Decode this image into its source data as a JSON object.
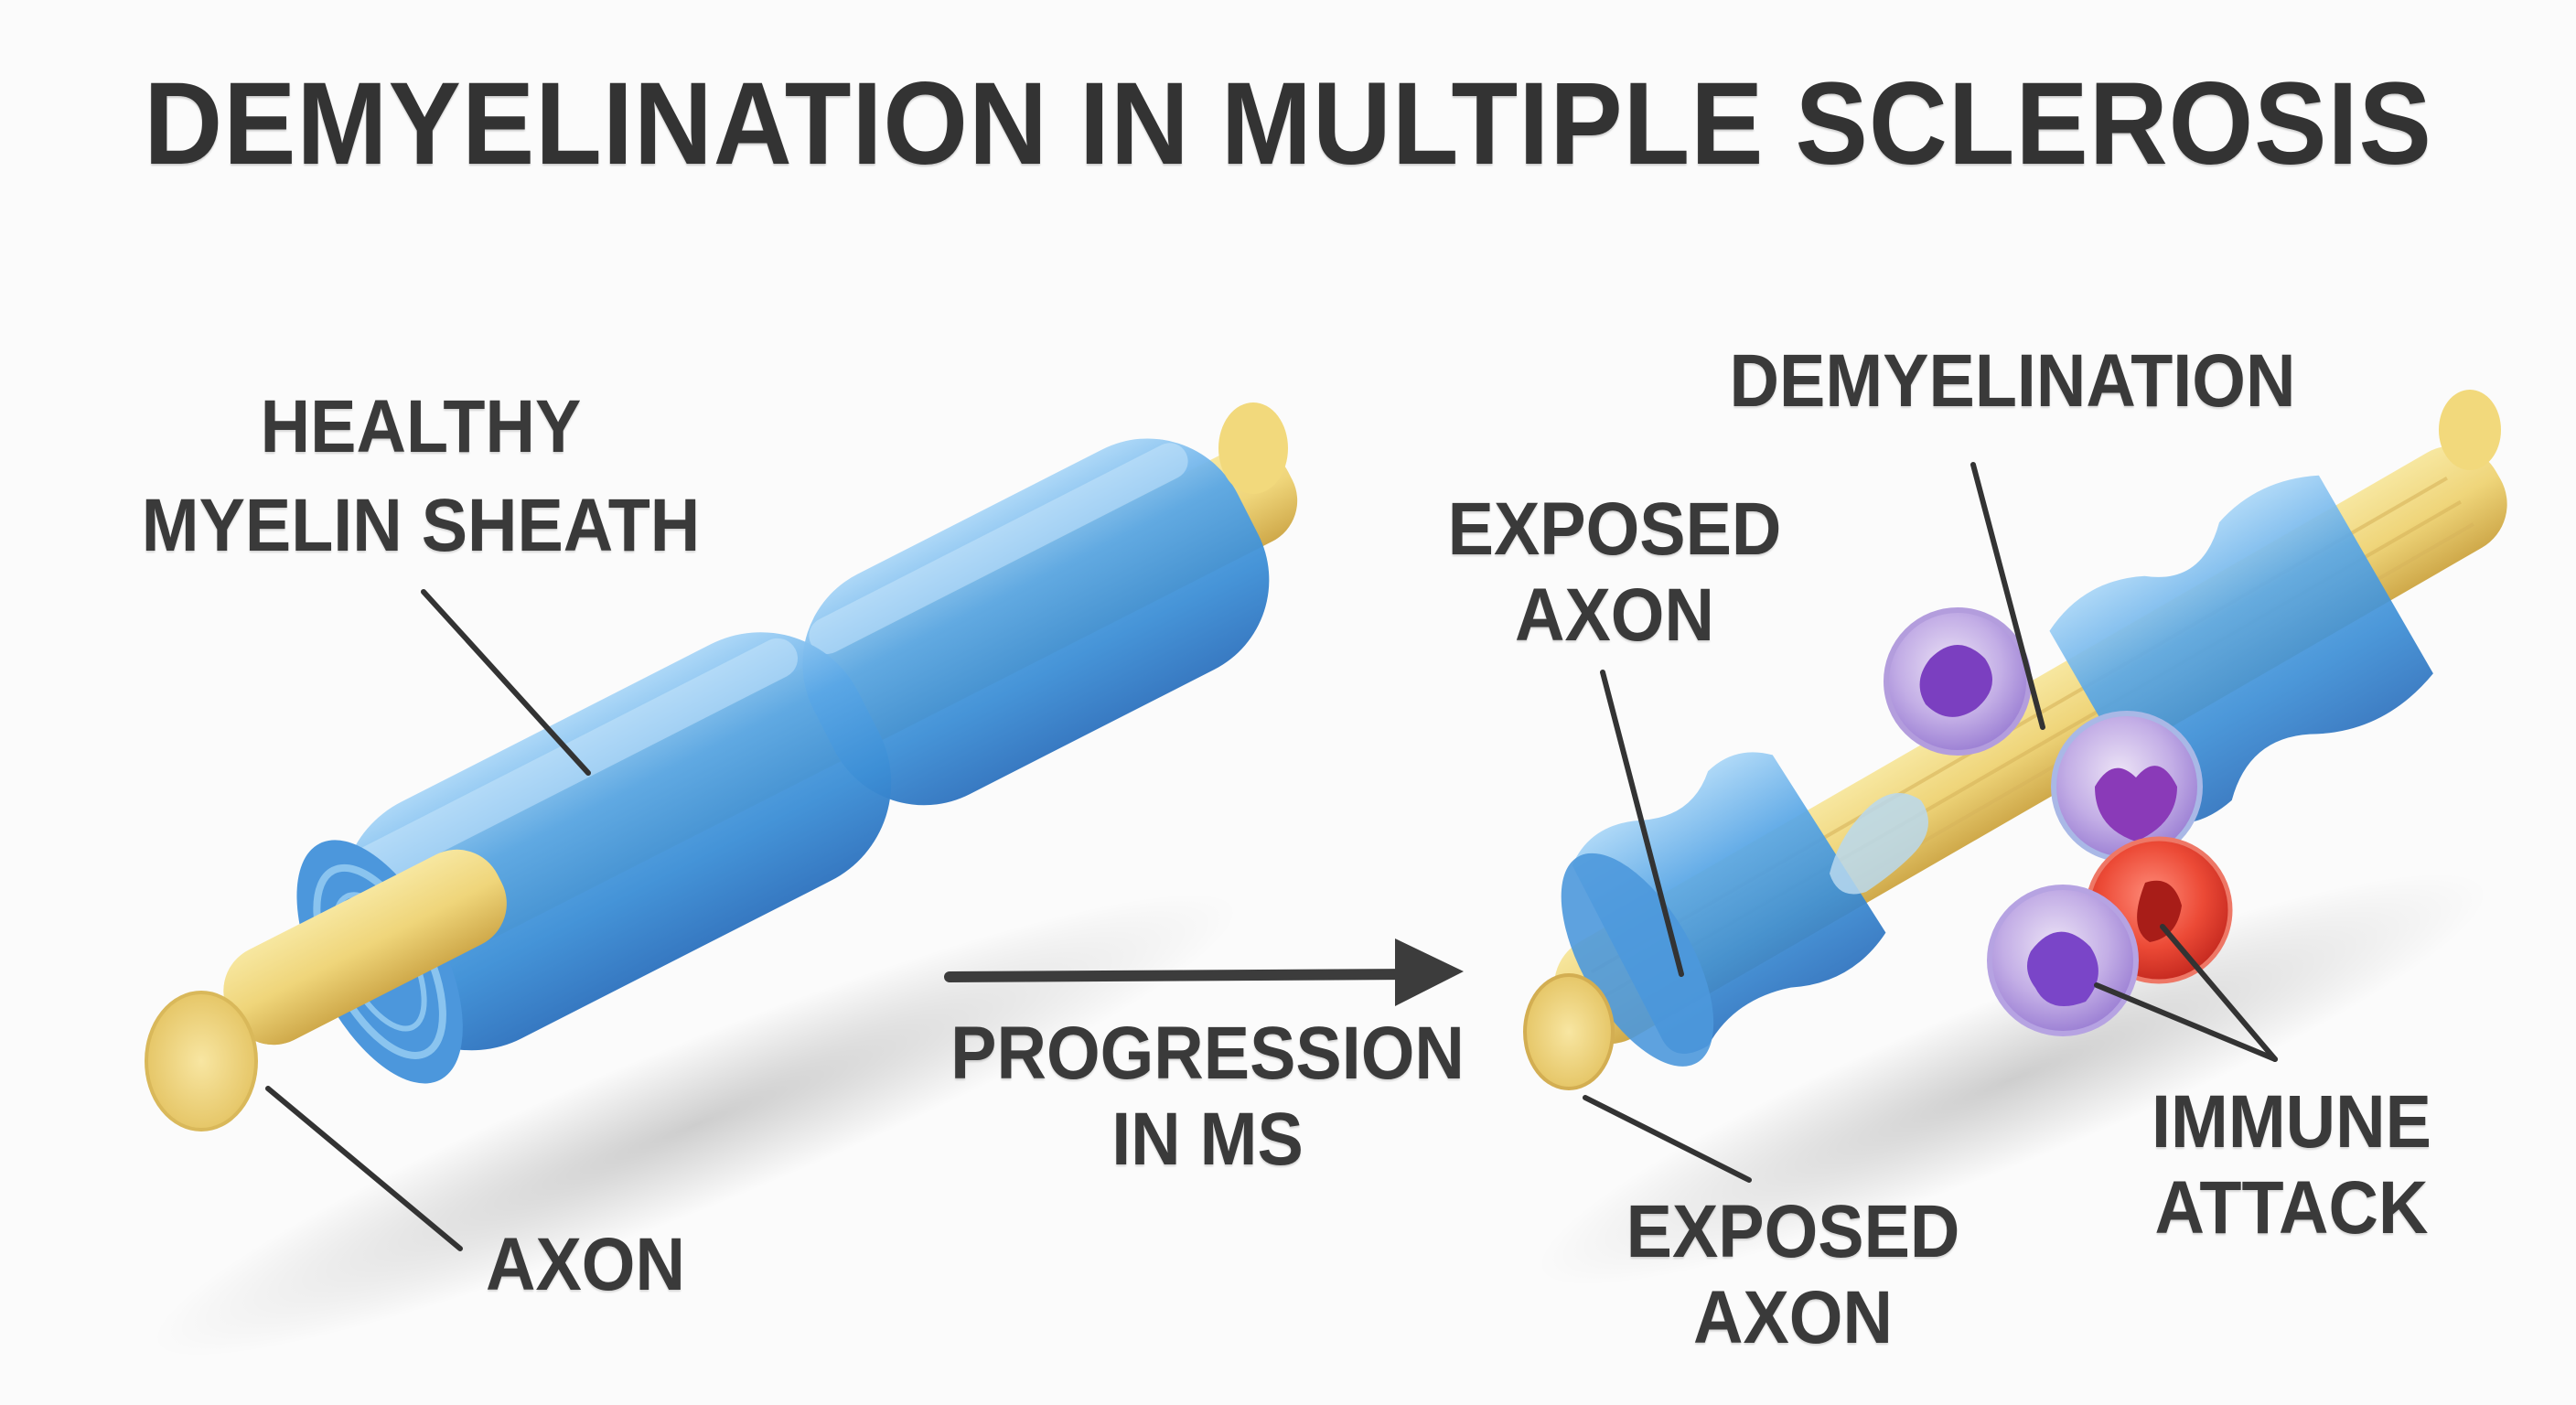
{
  "title": "DEMYELINATION IN MULTIPLE SCLEROSIS",
  "healthy_nerve": {
    "label_myelin_line1": "HEALTHY",
    "label_myelin_line2": "MYELIN SHEATH",
    "label_axon": "AXON"
  },
  "progression": {
    "line1": "PROGRESSION",
    "line2": "IN MS",
    "arrow_icon": "right-arrow-icon"
  },
  "damaged_nerve": {
    "label_demyelination": "DEMYELINATION",
    "label_exposed_top_line1": "EXPOSED",
    "label_exposed_top_line2": "AXON",
    "label_exposed_bottom_line1": "EXPOSED",
    "label_exposed_bottom_line2": "AXON",
    "label_immune_line1": "IMMUNE",
    "label_immune_line2": "ATTACK"
  },
  "colors": {
    "background": "#fbfbfb",
    "text": "#3a3a3a",
    "myelin_blue": "#4f9fe0",
    "myelin_light": "#9fd0f5",
    "axon_yellow": "#f0d878",
    "axon_shadow": "#d4b04e",
    "immune_purple": "#9b6fd6",
    "immune_nucleus": "#6a2fb5",
    "immune_red": "#e8402e",
    "leader_line": "#333333"
  }
}
